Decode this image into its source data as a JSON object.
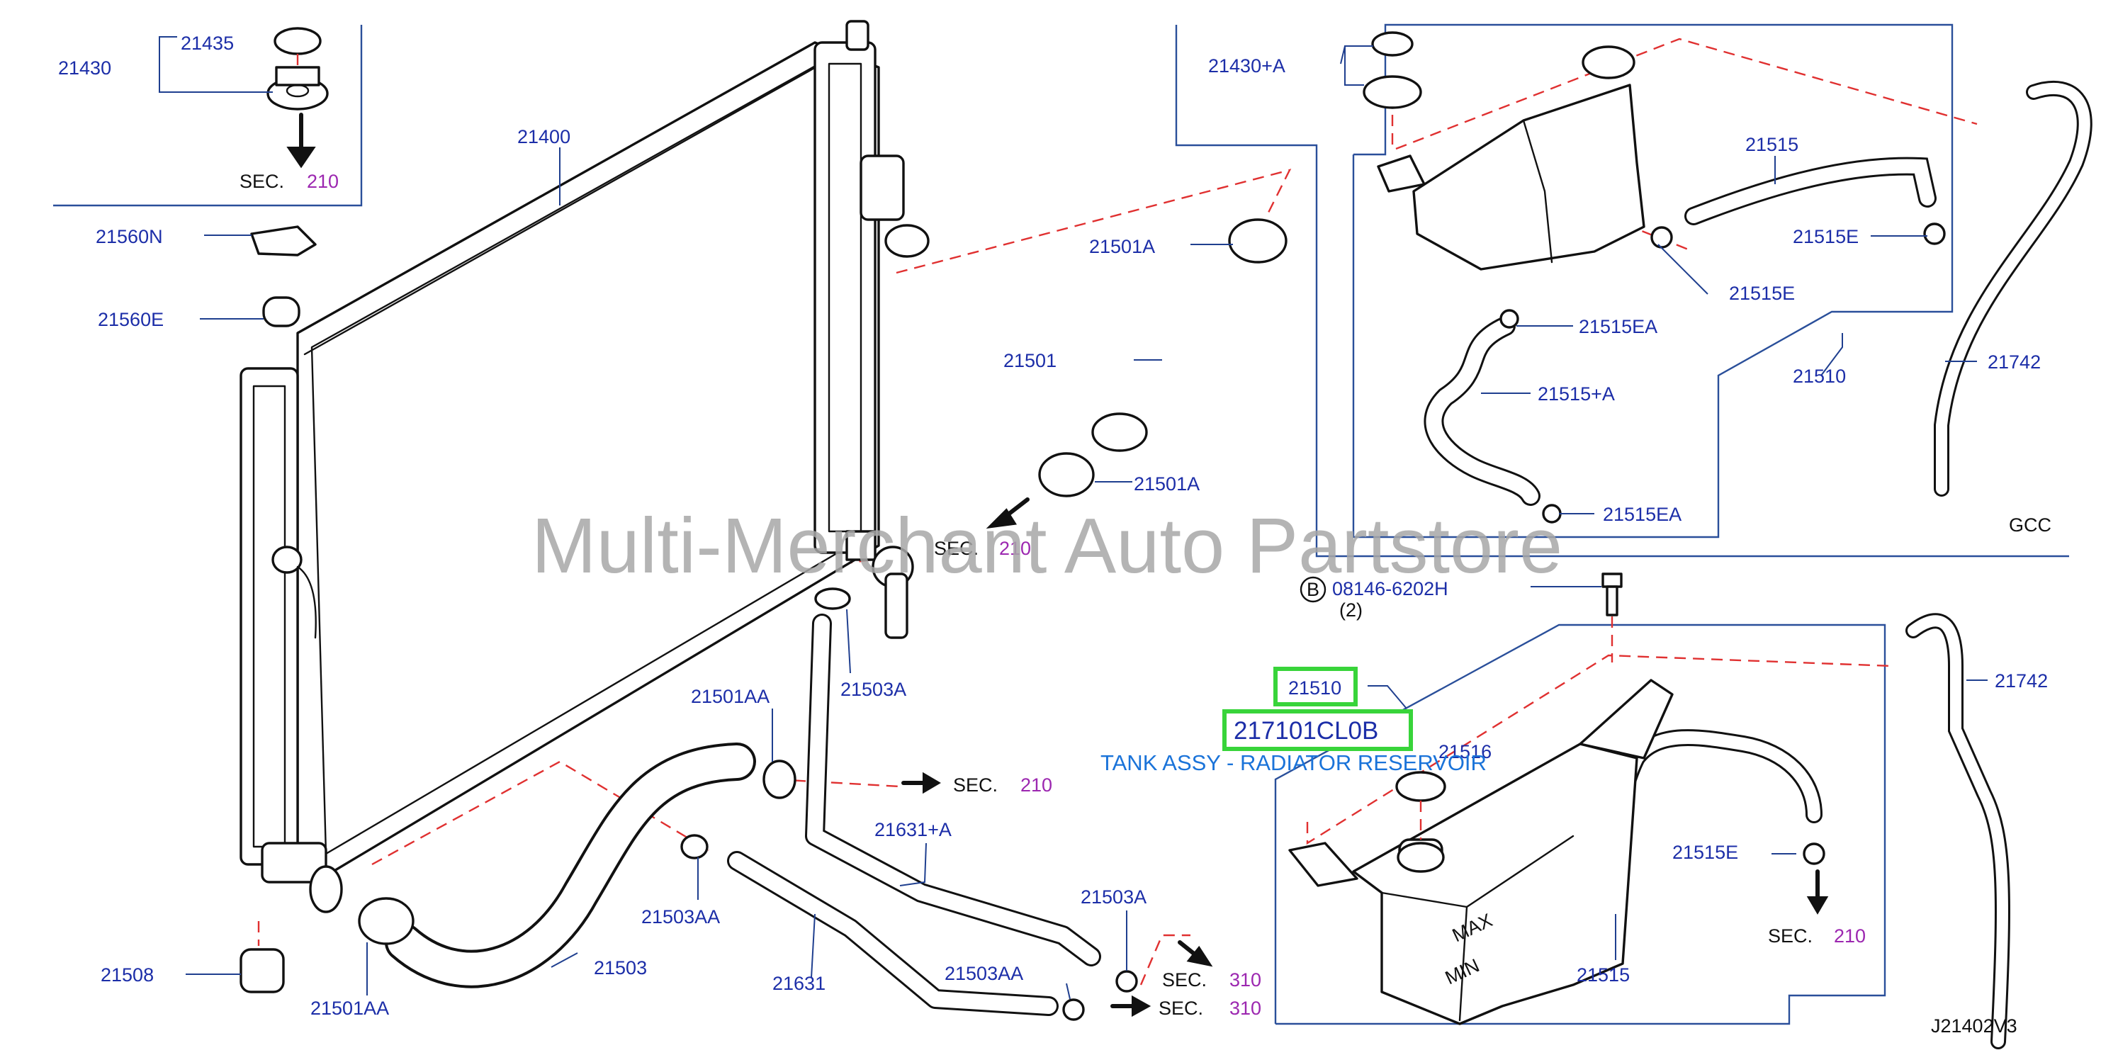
{
  "watermark": "Multi-Merchant Auto Partstore",
  "diagram_code": "J21402V3",
  "variant_label": "GCC",
  "bolt_badge": "B",
  "bolt_qty": "(2)",
  "highlight": {
    "part_number": "21510",
    "oem_number": "217101CL0B",
    "description": "TANK ASSY - RADIATOR RESERVOIR"
  },
  "sec_label": "SEC.",
  "sec_refs": [
    "210",
    "210",
    "210",
    "210",
    "310",
    "310"
  ],
  "labels": {
    "p21430": "21430",
    "p21435": "21435",
    "p21400": "21400",
    "p21560N": "21560N",
    "p21560E": "21560E",
    "p21508": "21508",
    "p21501AA_a": "21501AA",
    "p21501AA_b": "21501AA",
    "p21503": "21503",
    "p21503AA_a": "21503AA",
    "p21503AA_b": "21503AA",
    "p21631": "21631",
    "p21631A": "21631+A",
    "p21503A_a": "21503A",
    "p21503A_b": "21503A",
    "p21501A_a": "21501A",
    "p21501A_b": "21501A",
    "p21501": "21501",
    "p21430A": "21430+A",
    "p21515_a": "21515",
    "p21515E_a": "21515E",
    "p21515E_b": "21515E",
    "p21515EA_a": "21515EA",
    "p21515A": "21515+A",
    "p21515EA_b": "21515EA",
    "p21510": "21510",
    "p21742_a": "21742",
    "p21742_b": "21742",
    "p08146": "08146-6202H",
    "p21516": "21516",
    "p21515E_c": "21515E",
    "p21515_b": "21515"
  },
  "icons": [
    "radiator-icon",
    "radiator-cap-icon",
    "hose-icon",
    "hose-clamp-icon",
    "reservoir-tank-icon",
    "bolt-icon",
    "arrow-icon"
  ]
}
